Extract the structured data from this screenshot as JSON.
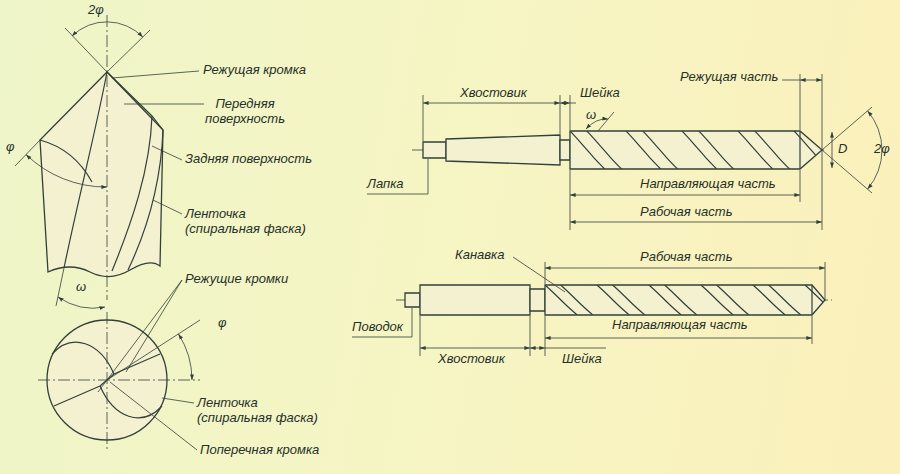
{
  "diagram": {
    "labels": [
      "2φ",
      "φ",
      "Режущая кромка",
      "Передняя поверхность",
      "Задняя поверхность",
      "Ленточка (спиральная фаска)",
      "ω",
      "Режущие кромки",
      "φ",
      "Ленточка (спиральная фаска)",
      "Поперечная кромка",
      "Хвостовик",
      "Шейка",
      "Режущая часть",
      "ω",
      "D",
      "2φ",
      "Лапка",
      "Направляющая часть",
      "Рабочая часть",
      "Канавка",
      "Рабочая часть",
      "Поводок",
      "Направляющая часть",
      "Хвостовик",
      "Шейка"
    ]
  }
}
